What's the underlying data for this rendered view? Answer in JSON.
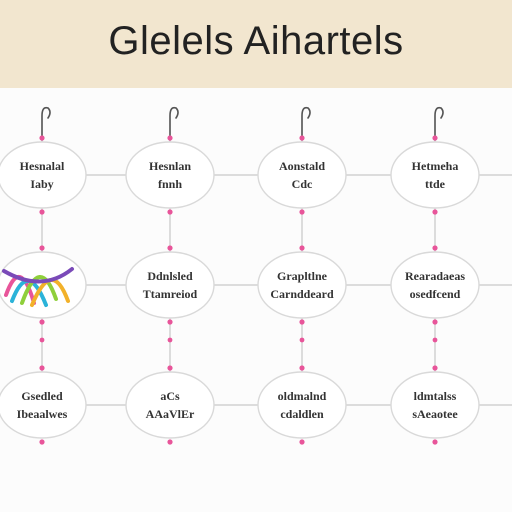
{
  "banner": {
    "title": "Glelels Aihartels"
  },
  "colors": {
    "banner_bg": "#f2e6cf",
    "connector": "#c8c8c8",
    "node_stroke": "#d9d9d9",
    "node_fill": "#ffffff",
    "dot": "#e8559a",
    "hook": "#555555",
    "text": "#333333",
    "logo_strokes": [
      "#e8559a",
      "#2bb3d9",
      "#8fcf3b",
      "#f2b12a",
      "#7a4ab8"
    ]
  },
  "icons": {
    "hook": "hook-icon",
    "logo": "multicolor-strand-logo-icon"
  },
  "diagram": {
    "rows": [
      {
        "nodes": [
          {
            "lines": [
              "Hesnalal",
              "Iaby"
            ]
          },
          {
            "lines": [
              "Hesnlan",
              "fnnh"
            ]
          },
          {
            "lines": [
              "Aonstald",
              "Cdc"
            ]
          },
          {
            "lines": [
              "Hetmeha",
              "ttde"
            ]
          }
        ]
      },
      {
        "nodes": [
          {
            "lines": [],
            "logo": true
          },
          {
            "lines": [
              "Ddnlsled",
              "Ttamreiod"
            ]
          },
          {
            "lines": [
              "Grapltlne",
              "Carnddeard"
            ]
          },
          {
            "lines": [
              "Rearadaeas",
              "osedfcend"
            ]
          }
        ]
      },
      {
        "nodes": [
          {
            "lines": [
              "Gsedled",
              "Ibeaalwes"
            ]
          },
          {
            "lines": [
              "aCs",
              "AAaVlEr"
            ]
          },
          {
            "lines": [
              "oldmalnd",
              "cdaldlen"
            ]
          },
          {
            "lines": [
              "ldmtalss",
              "sAeaotee"
            ]
          }
        ]
      }
    ]
  }
}
